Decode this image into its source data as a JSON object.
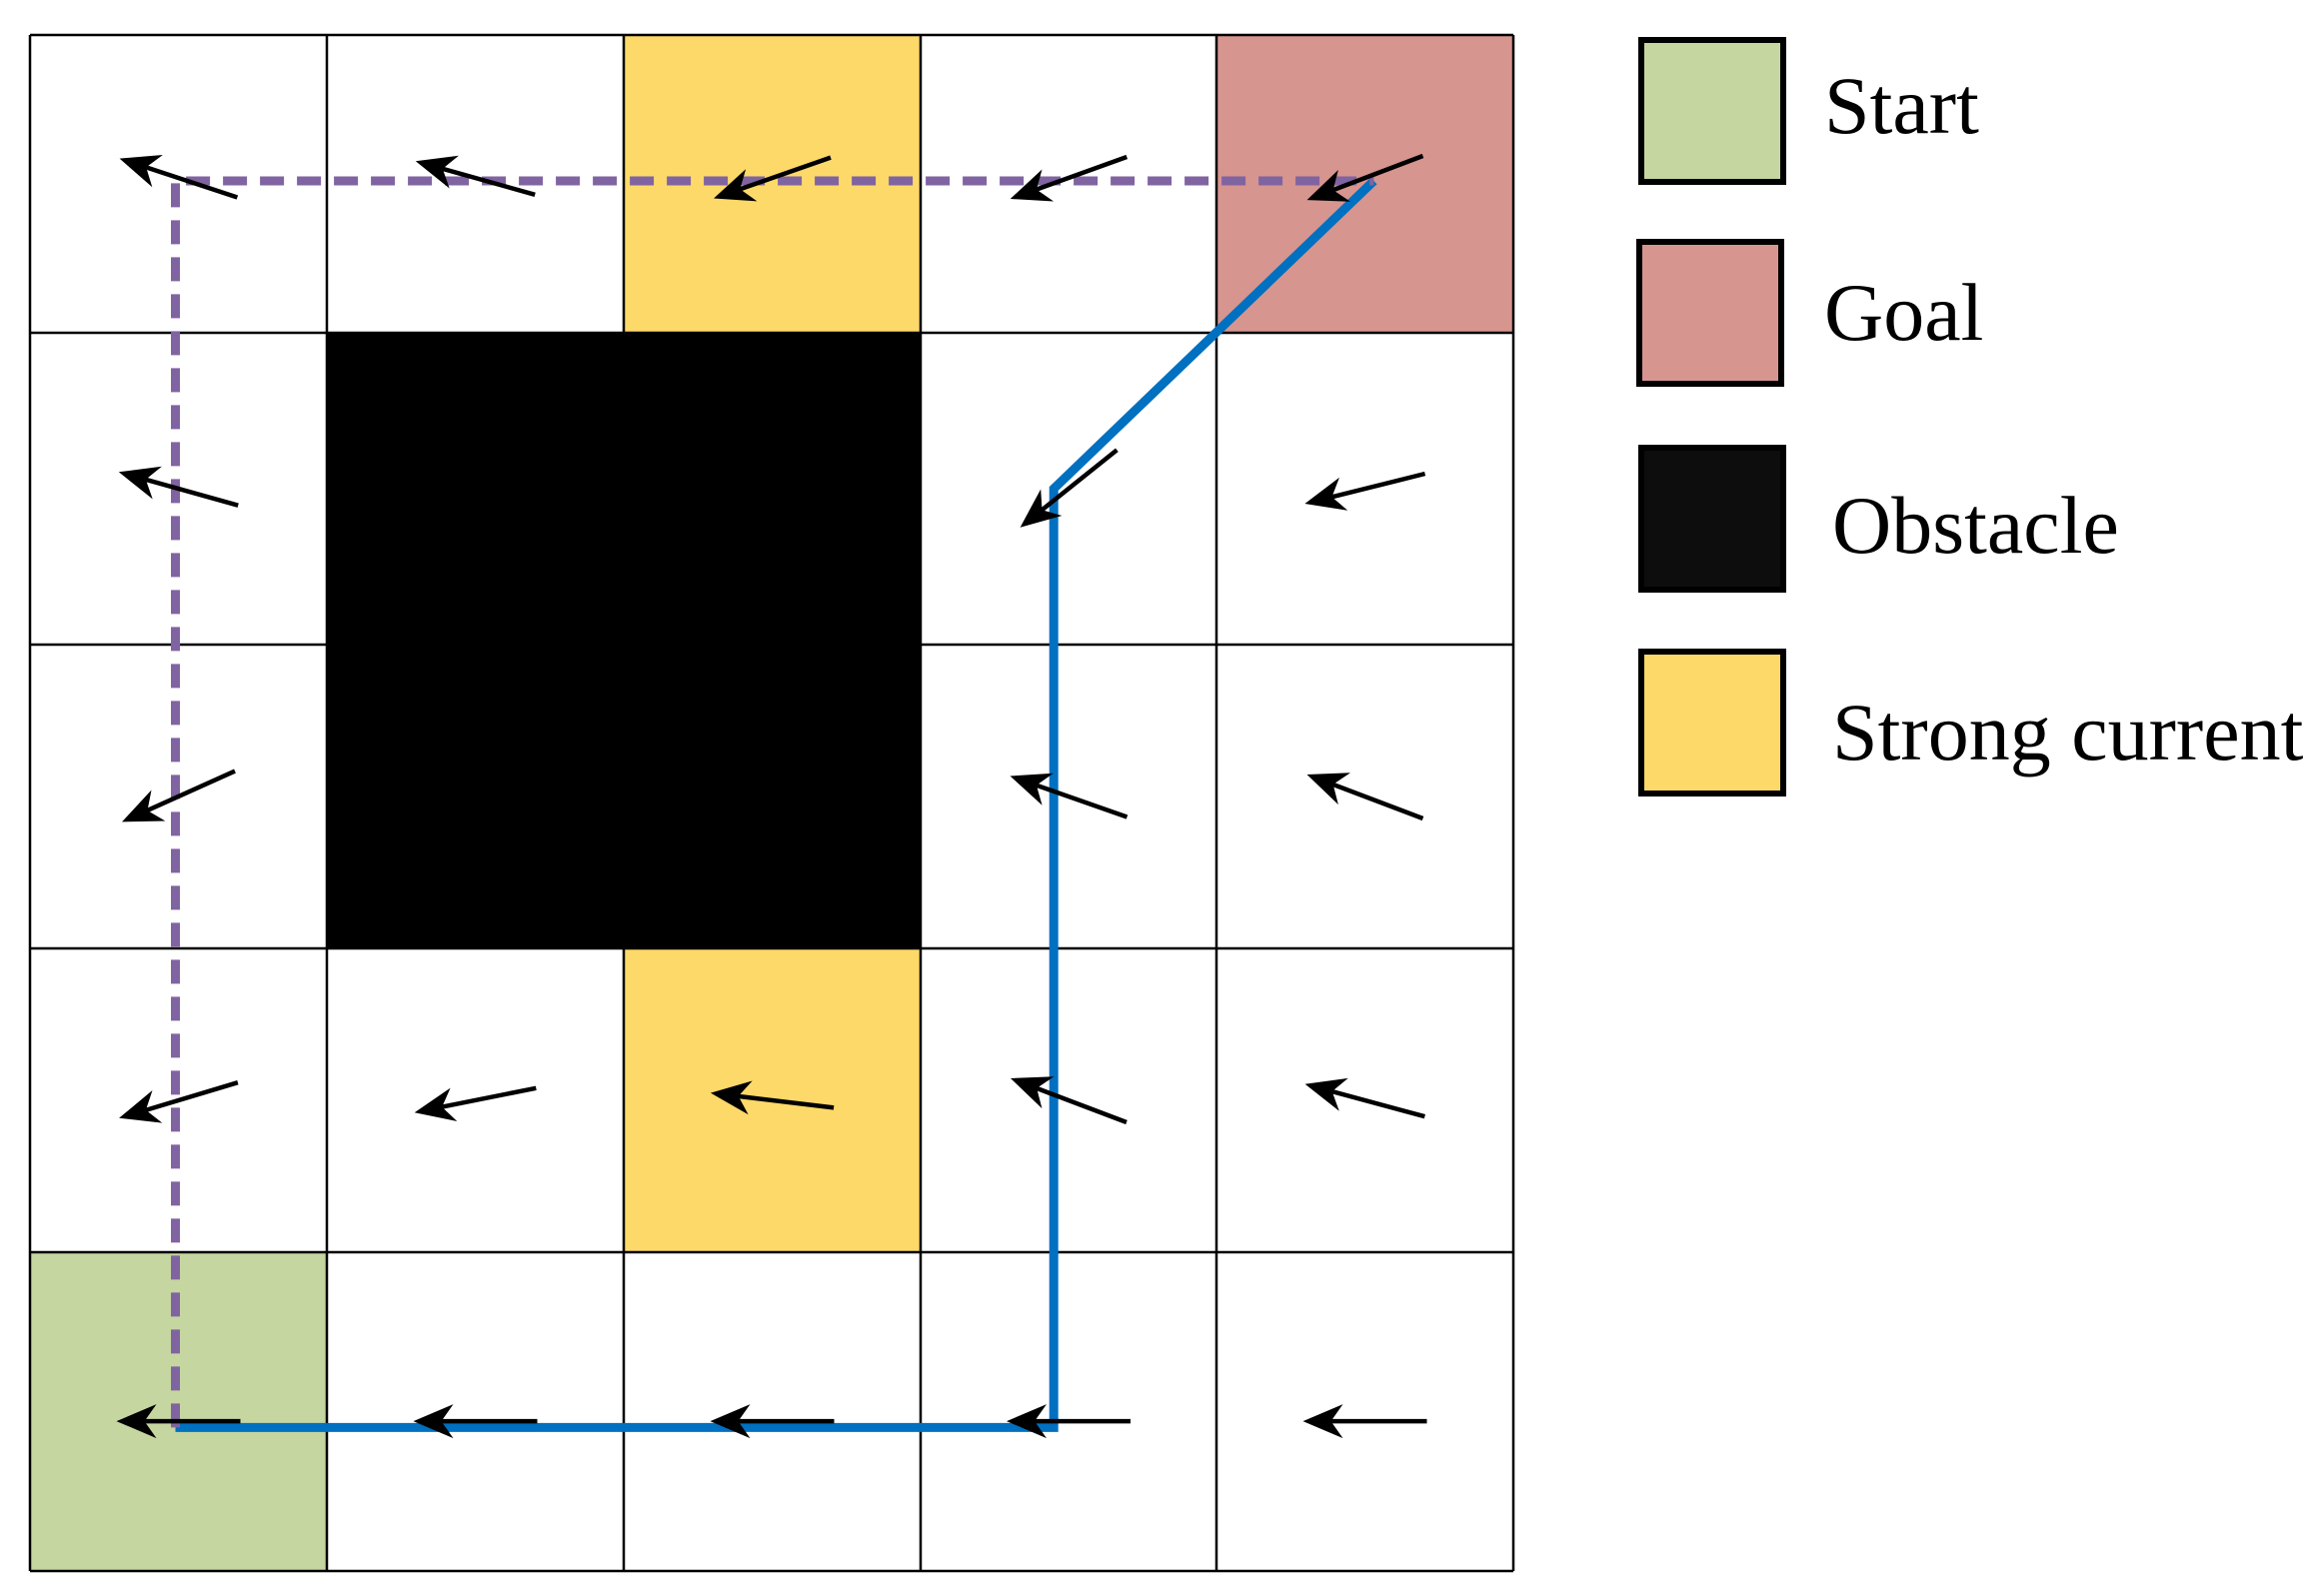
{
  "grid": {
    "cols": 5,
    "rows": 5,
    "line_color": "#000000",
    "background": "#ffffff",
    "cells": [
      {
        "col": 0,
        "row": 0,
        "type": "empty"
      },
      {
        "col": 1,
        "row": 0,
        "type": "empty"
      },
      {
        "col": 2,
        "row": 0,
        "type": "strong-current"
      },
      {
        "col": 3,
        "row": 0,
        "type": "empty"
      },
      {
        "col": 4,
        "row": 0,
        "type": "goal"
      },
      {
        "col": 0,
        "row": 1,
        "type": "empty"
      },
      {
        "col": 3,
        "row": 1,
        "type": "empty"
      },
      {
        "col": 4,
        "row": 1,
        "type": "empty"
      },
      {
        "col": 0,
        "row": 2,
        "type": "empty"
      },
      {
        "col": 3,
        "row": 2,
        "type": "empty"
      },
      {
        "col": 4,
        "row": 2,
        "type": "empty"
      },
      {
        "col": 0,
        "row": 3,
        "type": "empty"
      },
      {
        "col": 1,
        "row": 3,
        "type": "empty"
      },
      {
        "col": 2,
        "row": 3,
        "type": "strong-current"
      },
      {
        "col": 3,
        "row": 3,
        "type": "empty"
      },
      {
        "col": 4,
        "row": 3,
        "type": "empty"
      },
      {
        "col": 0,
        "row": 4,
        "type": "start"
      },
      {
        "col": 1,
        "row": 4,
        "type": "empty"
      },
      {
        "col": 2,
        "row": 4,
        "type": "empty"
      },
      {
        "col": 3,
        "row": 4,
        "type": "empty"
      },
      {
        "col": 4,
        "row": 4,
        "type": "empty"
      }
    ],
    "obstacle": {
      "col_start": 1,
      "row_start": 1,
      "col_span": 2,
      "row_span": 2
    }
  },
  "cell_colors": {
    "start": "#c5d6a0",
    "goal": "#d7958f",
    "obstacle": "#000000",
    "strong-current": "#fdd969",
    "empty": "#ffffff"
  },
  "current_arrows": [
    {
      "col": 0,
      "row": 0,
      "dx": -1.0,
      "dy": -0.33
    },
    {
      "col": 1,
      "row": 0,
      "dx": -1.0,
      "dy": -0.28
    },
    {
      "col": 2,
      "row": 0,
      "dx": -1.0,
      "dy": 0.35
    },
    {
      "col": 3,
      "row": 0,
      "dx": -1.0,
      "dy": 0.36
    },
    {
      "col": 4,
      "row": 0,
      "dx": -1.0,
      "dy": 0.38
    },
    {
      "col": 0,
      "row": 1,
      "dx": -1.0,
      "dy": -0.28
    },
    {
      "col": 3,
      "row": 1,
      "dx": -1.0,
      "dy": 0.8
    },
    {
      "col": 4,
      "row": 1,
      "dx": -1.0,
      "dy": 0.25
    },
    {
      "col": 0,
      "row": 2,
      "dx": -1.0,
      "dy": 0.45
    },
    {
      "col": 3,
      "row": 2,
      "dx": -1.0,
      "dy": -0.35
    },
    {
      "col": 4,
      "row": 2,
      "dx": -1.0,
      "dy": -0.38
    },
    {
      "col": 0,
      "row": 3,
      "dx": -1.0,
      "dy": 0.3
    },
    {
      "col": 1,
      "row": 3,
      "dx": -1.0,
      "dy": 0.2
    },
    {
      "col": 2,
      "row": 3,
      "dx": -1.0,
      "dy": -0.12
    },
    {
      "col": 3,
      "row": 3,
      "dx": -1.0,
      "dy": -0.38
    },
    {
      "col": 4,
      "row": 3,
      "dx": -1.0,
      "dy": -0.27
    },
    {
      "col": 0,
      "row": 4,
      "dx": -1.0,
      "dy": 0.0
    },
    {
      "col": 1,
      "row": 4,
      "dx": -1.0,
      "dy": 0.0
    },
    {
      "col": 2,
      "row": 4,
      "dx": -1.0,
      "dy": 0.0
    },
    {
      "col": 3,
      "row": 4,
      "dx": -1.0,
      "dy": 0.0
    },
    {
      "col": 4,
      "row": 4,
      "dx": -1.0,
      "dy": 0.0
    }
  ],
  "arrow_color": "#000000",
  "paths": [
    {
      "id": "solid-path",
      "style": "solid",
      "color": "#0070c0",
      "points": [
        [
          0.49,
          4.55
        ],
        [
          3.45,
          4.55
        ],
        [
          3.45,
          1.5
        ],
        [
          4.53,
          0.49
        ]
      ]
    },
    {
      "id": "dashed-path",
      "style": "dashed",
      "color": "#8064a2",
      "points": [
        [
          0.49,
          4.55
        ],
        [
          0.49,
          0.49
        ],
        [
          4.53,
          0.49
        ]
      ]
    }
  ],
  "legend": {
    "items": [
      {
        "key": "start",
        "label": "Start",
        "color": "#c5d6a0"
      },
      {
        "key": "goal",
        "label": "Goal",
        "color": "#d7958f"
      },
      {
        "key": "obstacle",
        "label": "Obstacle",
        "color": "#0d0d0d"
      },
      {
        "key": "strong-current",
        "label": "Strong current",
        "color": "#fdd969"
      }
    ]
  }
}
